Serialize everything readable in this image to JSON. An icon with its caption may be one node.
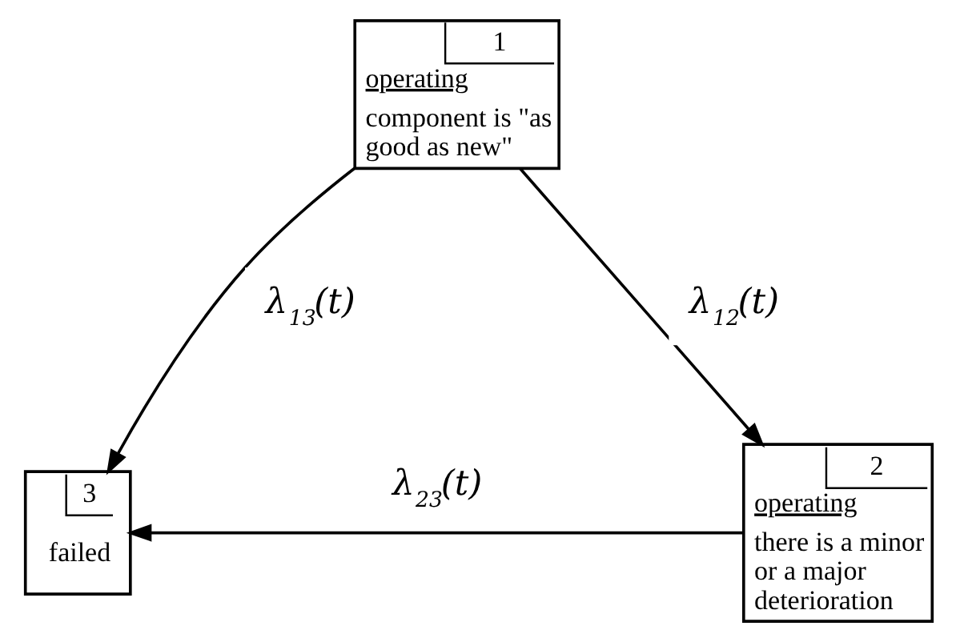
{
  "diagram": {
    "nodes": [
      {
        "text": [
          "1",
          "operating",
          "component is \"as good as new\""
        ]
      },
      {
        "text": [
          "3",
          "failed"
        ]
      },
      {
        "text": [
          "2",
          "operating",
          "there is a minor or a major deterioration"
        ]
      }
    ],
    "edges": [
      {
        "from": 0,
        "to": 1,
        "arrow": "to",
        "label": "λ$_{13}$(t)"
      },
      {
        "from": 0,
        "to": 2,
        "arrow": "to",
        "label": "λ$_{12}$(t)"
      },
      {
        "from": 2,
        "to": 1,
        "arrow": "to",
        "label": "λ$_{23}$(t)"
      }
    ]
  }
}
